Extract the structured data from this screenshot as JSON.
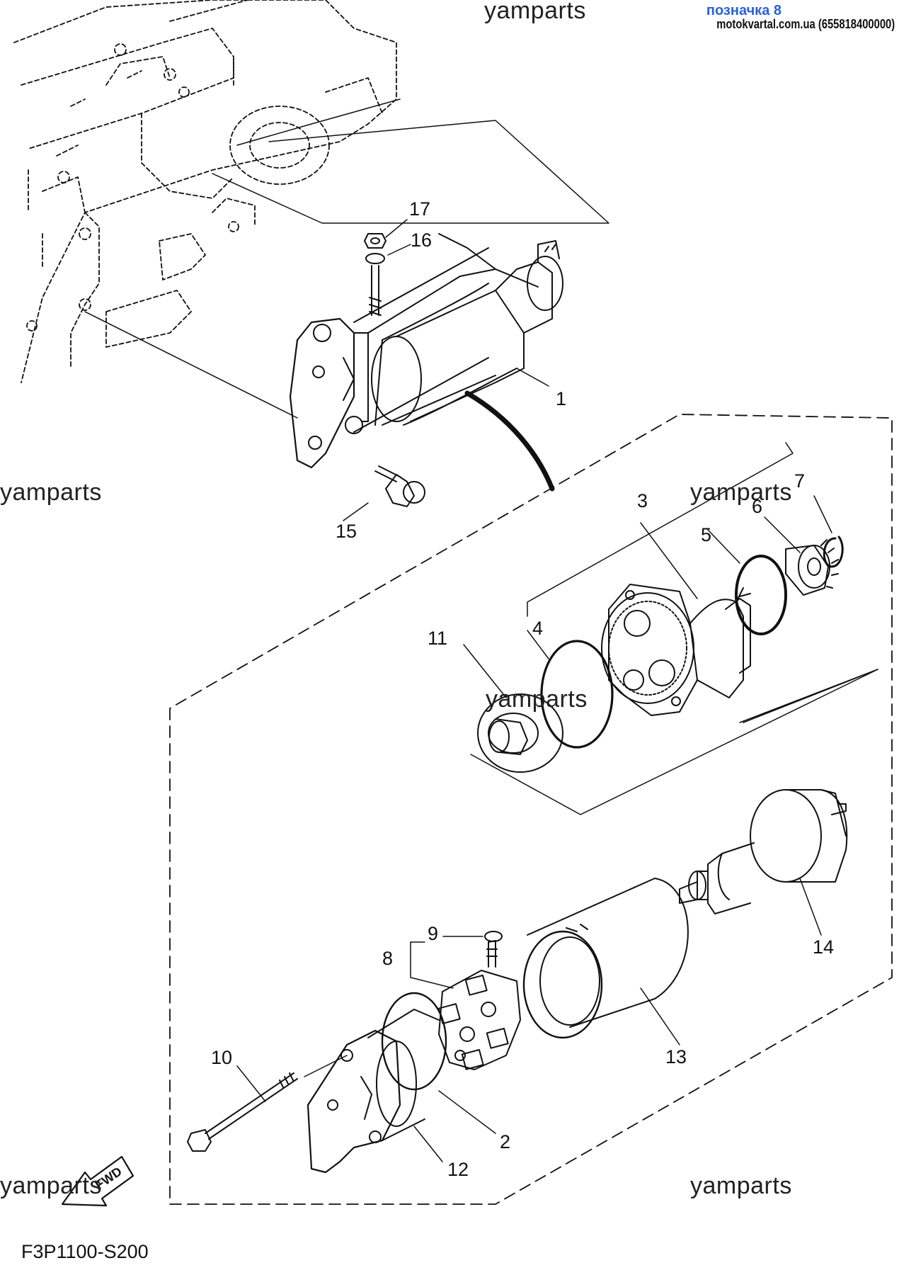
{
  "header": {
    "mark_label": "позначка 8",
    "site_label": "motokvartal.com.ua (655818400000)"
  },
  "watermarks": {
    "top": "yamparts",
    "left_mid": "yamparts",
    "center_right": "yamparts",
    "center": "yamparts",
    "bottom_left": "yamparts",
    "bottom_right": "yamparts"
  },
  "callouts": {
    "c1": "1",
    "c2": "2",
    "c3": "3",
    "c4": "4",
    "c5": "5",
    "c6": "6",
    "c7": "7",
    "c8": "8",
    "c9": "9",
    "c10": "10",
    "c11": "11",
    "c12": "12",
    "c13": "13",
    "c14": "14",
    "c15": "15",
    "c16": "16",
    "c17": "17"
  },
  "fwd_label": "FWD",
  "diagram_code": "F3P1100-S200"
}
